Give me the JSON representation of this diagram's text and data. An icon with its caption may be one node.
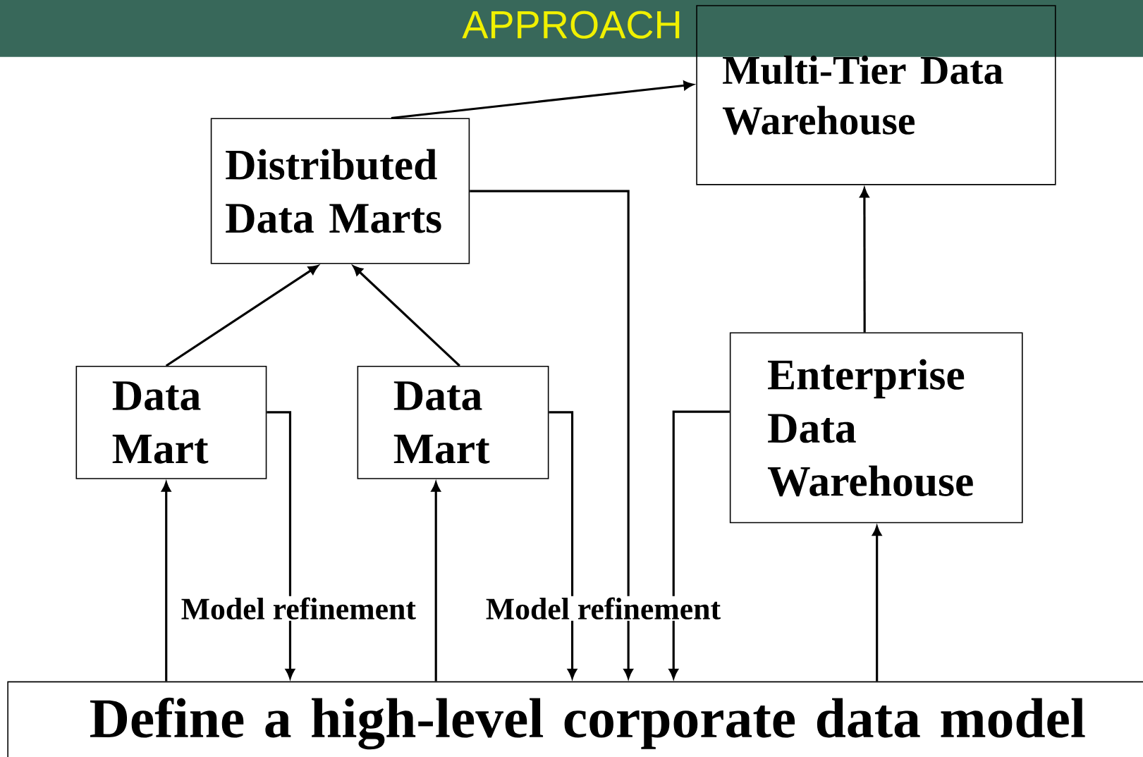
{
  "diagram": {
    "title": "APPROACH",
    "nodes": [
      {
        "text": [
          "Multi-Tier Data Warehouse"
        ]
      },
      {
        "text": [
          "Distributed Data Marts"
        ]
      },
      {
        "text": [
          "Data Mart"
        ]
      },
      {
        "text": [
          "Data Mart"
        ]
      },
      {
        "text": [
          "Enterprise Data Warehouse"
        ]
      },
      {
        "text": [
          "Define a high-level corporate data model"
        ]
      }
    ],
    "edges": [
      {
        "from": 1,
        "to": 0,
        "arrow": "to"
      },
      {
        "from": 2,
        "to": 1,
        "arrow": "to"
      },
      {
        "from": 3,
        "to": 1,
        "arrow": "to"
      },
      {
        "from": 4,
        "to": 0,
        "arrow": "to"
      },
      {
        "from": 1,
        "to": 5,
        "arrow": "to"
      },
      {
        "from": 5,
        "to": 2,
        "arrow": "to"
      },
      {
        "from": 2,
        "to": 5,
        "arrow": "to",
        "label": "Model refinement"
      },
      {
        "from": 5,
        "to": 3,
        "arrow": "to"
      },
      {
        "from": 3,
        "to": 5,
        "arrow": "to",
        "label": "Model refinement"
      },
      {
        "from": 4,
        "to": 5,
        "arrow": "to"
      },
      {
        "from": 5,
        "to": 4,
        "arrow": "to"
      }
    ]
  }
}
